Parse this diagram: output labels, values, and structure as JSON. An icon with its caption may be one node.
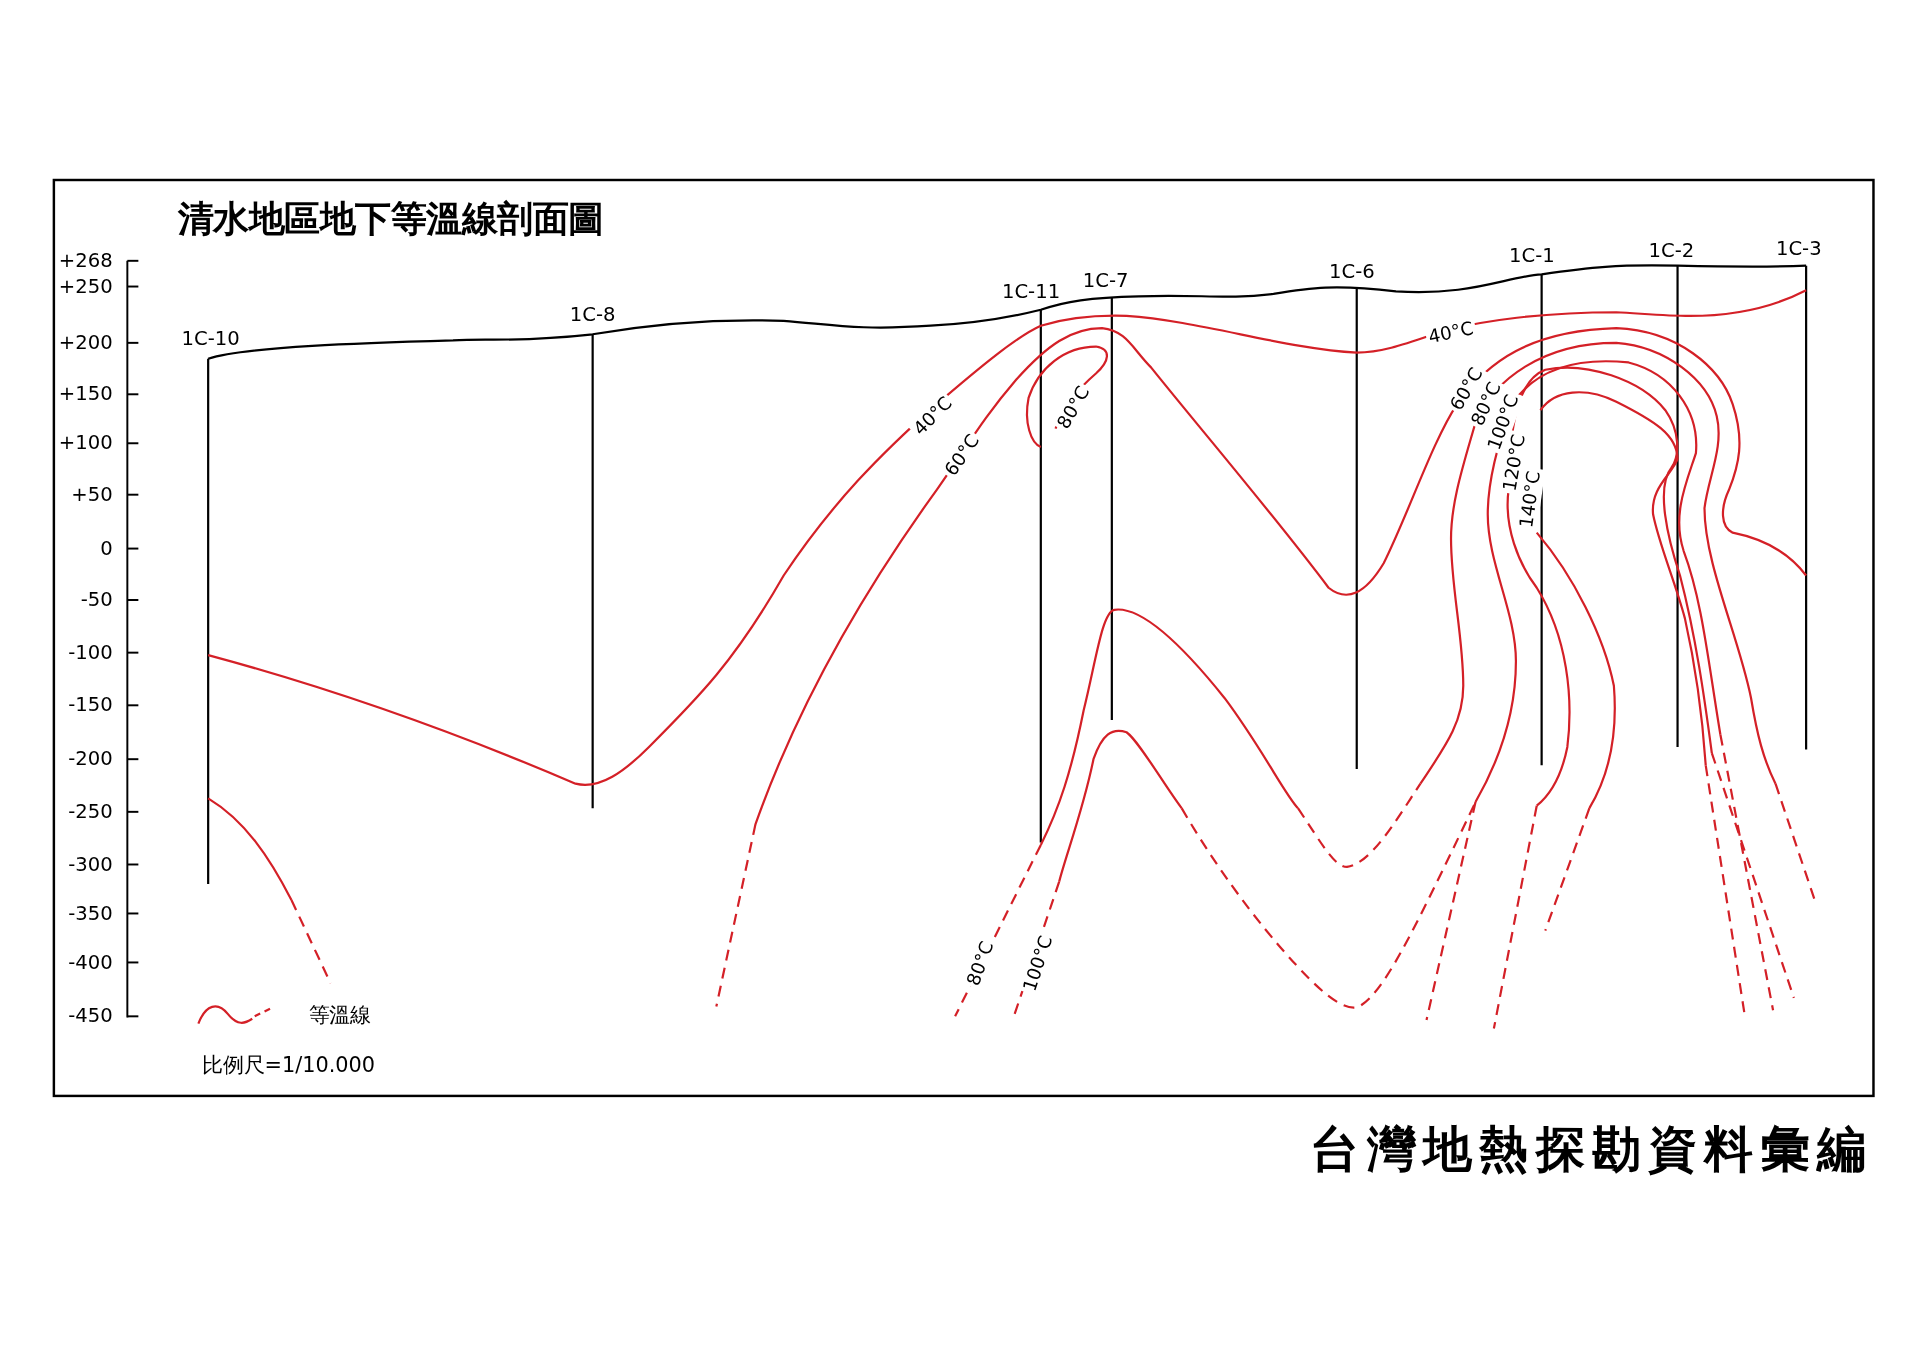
{
  "diagram": {
    "title": "清水地區地下等溫線剖面圖",
    "caption": "台灣地熱探勘資料彙編",
    "labels": [
      "+268",
      "+250",
      "+200",
      "+150",
      "+100",
      "+50",
      "0",
      "-50",
      "-100",
      "-150",
      "-200",
      "-250",
      "-300",
      "-350",
      "-400",
      "-450",
      "1C-10",
      "1C-8",
      "1C-11",
      "1C-7",
      "1C-6",
      "1C-1",
      "1C-2",
      "1C-3",
      "40°C",
      "60°C",
      "80°C",
      "40°C",
      "60°C",
      "80°C",
      "100°C",
      "120°C",
      "140°C",
      "80°C",
      "100°C",
      "比例尺=1/10.000"
    ],
    "legend": [
      {
        "text": "等溫線"
      }
    ]
  }
}
